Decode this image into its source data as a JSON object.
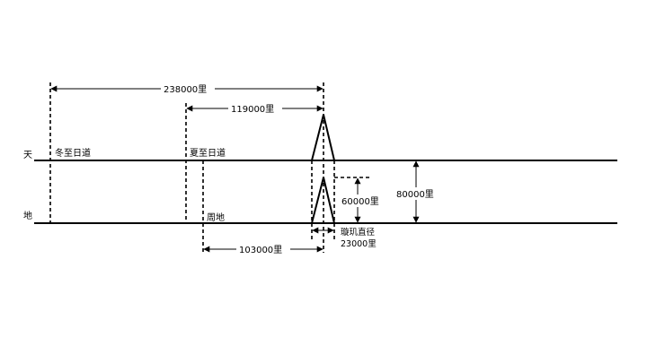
{
  "labels": {
    "heaven": "天",
    "earth": "地",
    "winter_solstice": "冬至日道",
    "summer_solstice": "夏至日道",
    "zhou_di": "周地",
    "dist_238000": "238000里",
    "dist_119000": "119000里",
    "dist_103000": "103000里",
    "height_60000": "60000里",
    "height_80000": "80000里",
    "xuanji_diameter": "璇玑直径",
    "xuanji_value": "23000里"
  },
  "colors": {
    "line": "#000000",
    "background": "#ffffff"
  }
}
